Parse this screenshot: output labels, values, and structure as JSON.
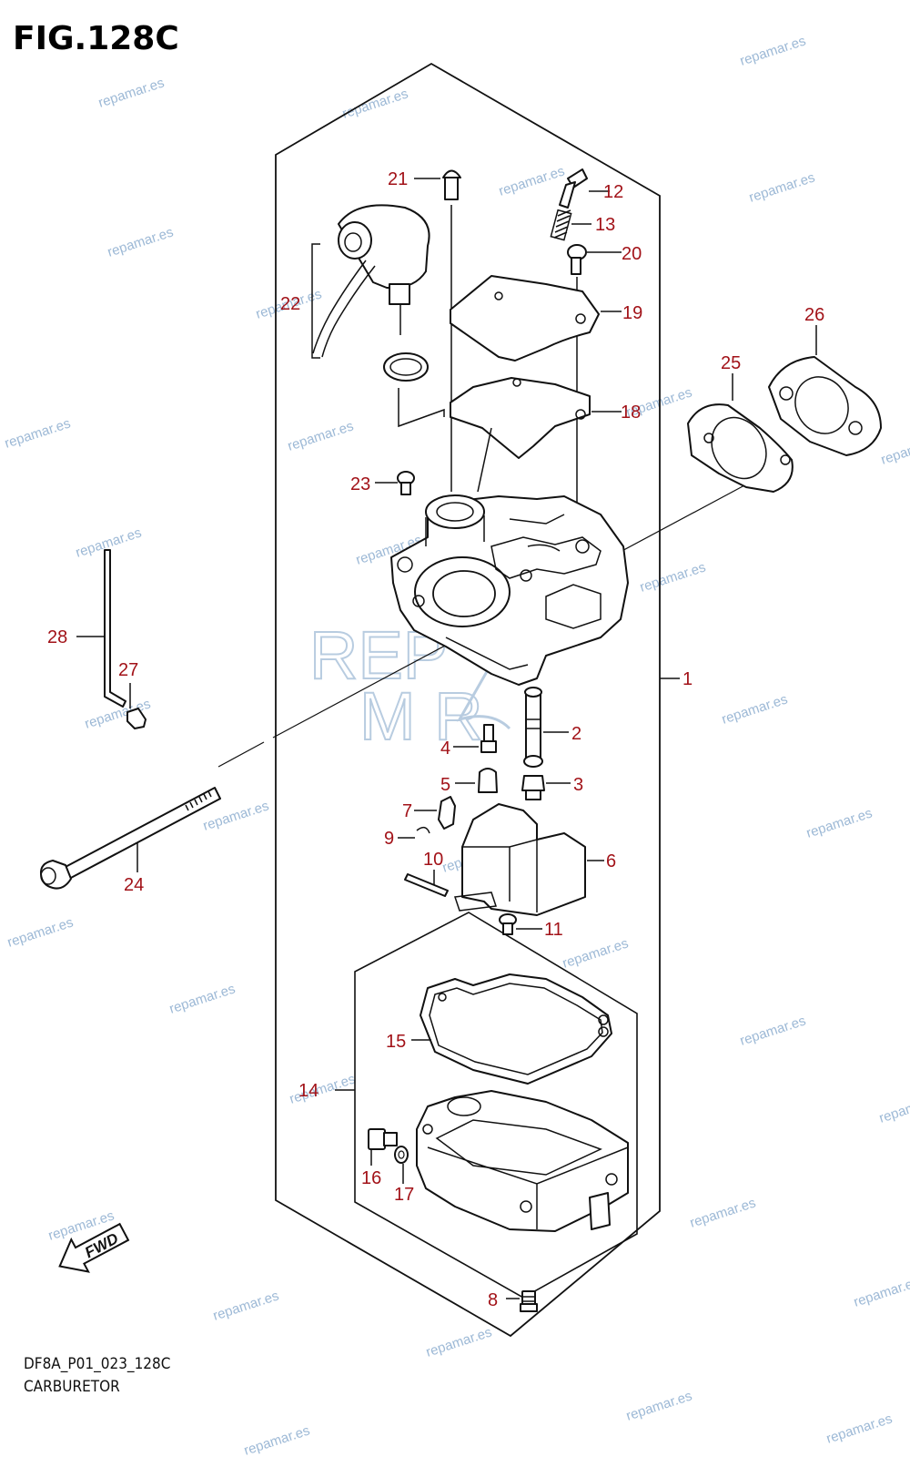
{
  "figure": {
    "title": "FIG.128C",
    "code": "DF8A_P01_023_128C",
    "name": "CARBURETOR"
  },
  "watermark": {
    "text": "repamar.es",
    "logo_text": "REPAMAR",
    "color": "#9db9d6"
  },
  "fwd_label": "FWD",
  "label_color": "#a21218",
  "callouts": [
    {
      "id": "1",
      "label": "1"
    },
    {
      "id": "2",
      "label": "2"
    },
    {
      "id": "3",
      "label": "3"
    },
    {
      "id": "4",
      "label": "4"
    },
    {
      "id": "5",
      "label": "5"
    },
    {
      "id": "6",
      "label": "6"
    },
    {
      "id": "7",
      "label": "7"
    },
    {
      "id": "8",
      "label": "8"
    },
    {
      "id": "9",
      "label": "9"
    },
    {
      "id": "10",
      "label": "10"
    },
    {
      "id": "11",
      "label": "11"
    },
    {
      "id": "12",
      "label": "12"
    },
    {
      "id": "13",
      "label": "13"
    },
    {
      "id": "14",
      "label": "14"
    },
    {
      "id": "15",
      "label": "15"
    },
    {
      "id": "16",
      "label": "16"
    },
    {
      "id": "17",
      "label": "17"
    },
    {
      "id": "18",
      "label": "18"
    },
    {
      "id": "19",
      "label": "19"
    },
    {
      "id": "20",
      "label": "20"
    },
    {
      "id": "21",
      "label": "21"
    },
    {
      "id": "22",
      "label": "22"
    },
    {
      "id": "23",
      "label": "23"
    },
    {
      "id": "24",
      "label": "24"
    },
    {
      "id": "25",
      "label": "25"
    },
    {
      "id": "26",
      "label": "26"
    },
    {
      "id": "27",
      "label": "27"
    },
    {
      "id": "28",
      "label": "28"
    }
  ]
}
